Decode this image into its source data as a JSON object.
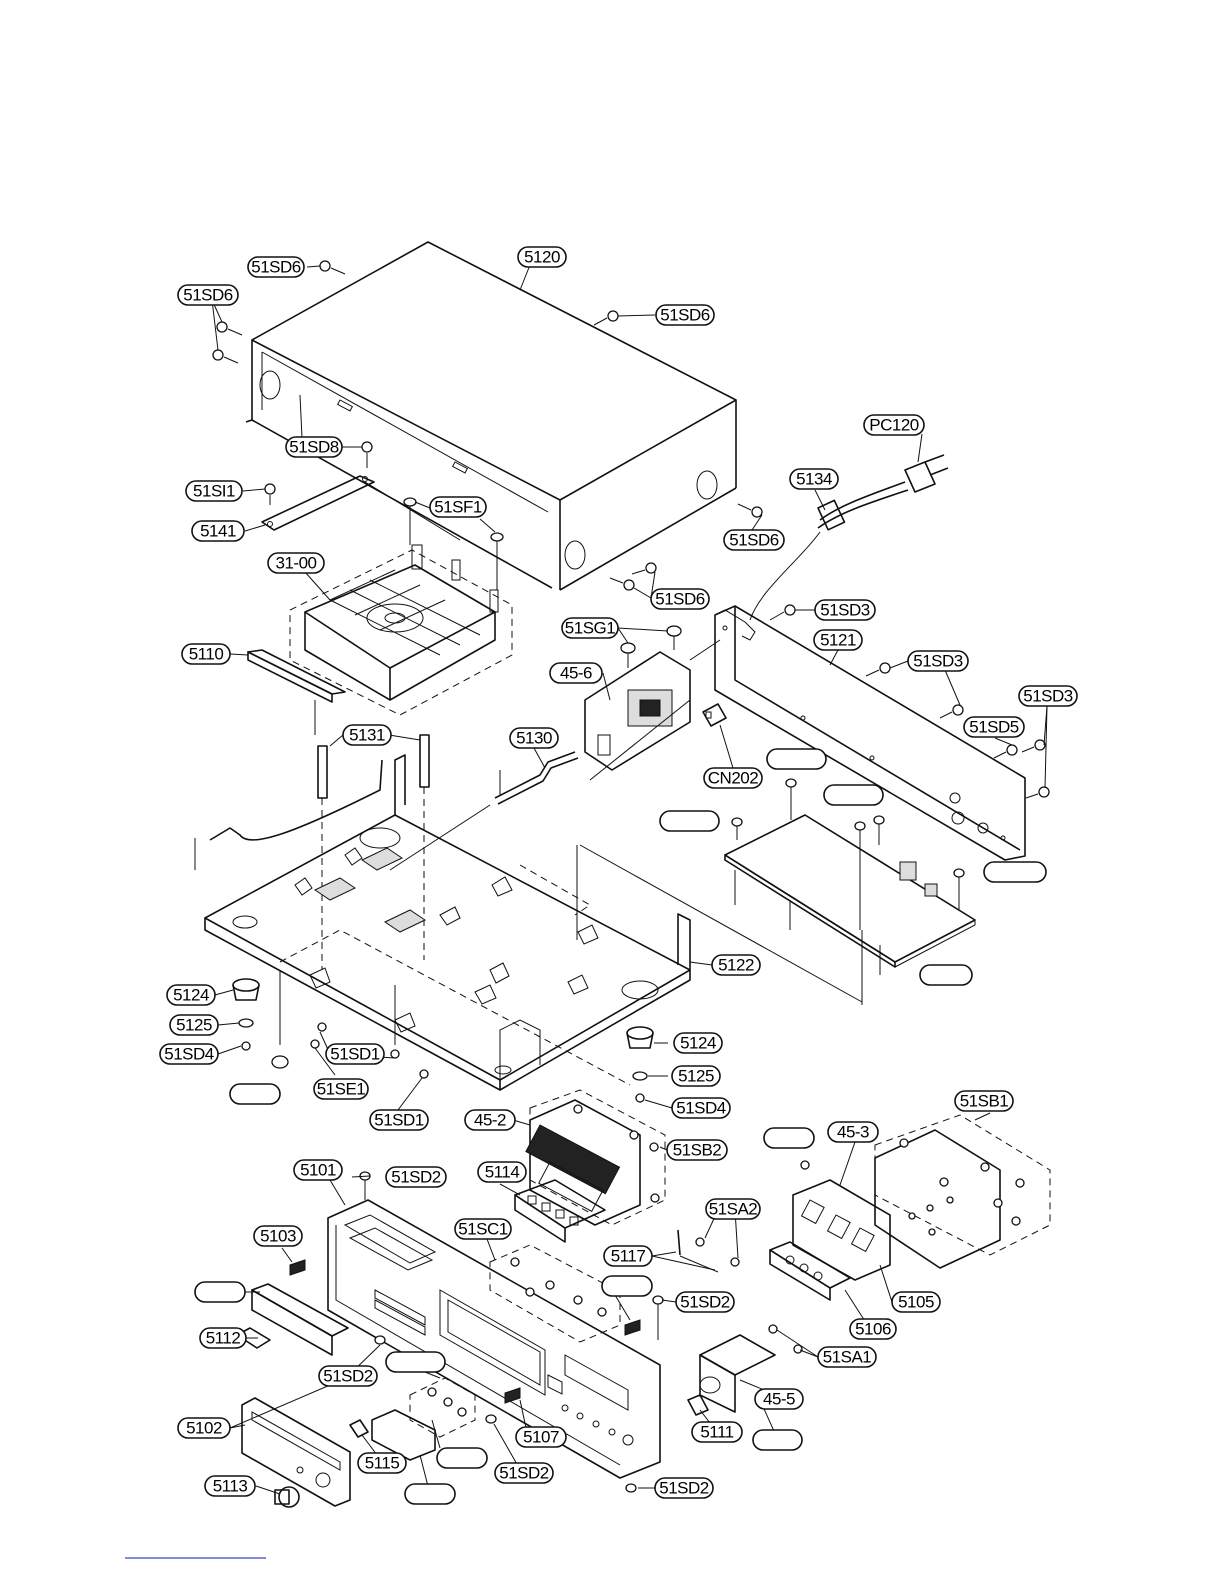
{
  "labels": {
    "l5120": "5120",
    "l51SD6a": "51SD6",
    "l51SD6b": "51SD6",
    "l51SD6c": "51SD6",
    "l51SD6d": "51SD6",
    "l51SD6e": "51SD6",
    "l51SD8": "51SD8",
    "lPC120": "PC120",
    "l51SI1": "51SI1",
    "l5141": "5141",
    "l51SF1": "51SF1",
    "l5134": "5134",
    "l31_00": "31-00",
    "l51SD3a": "51SD3",
    "l51SD3b": "51SD3",
    "l51SD3c": "51SD3",
    "l51SG1": "51SG1",
    "l5121": "5121",
    "l5110": "5110",
    "l45_6": "45-6",
    "l51SD5": "51SD5",
    "l5131": "5131",
    "l5130": "5130",
    "lCN202": "CN202",
    "l5122": "5122",
    "l5124a": "5124",
    "l5125a": "5125",
    "l51SD4a": "51SD4",
    "l51SD1a": "51SD1",
    "l51SE1": "51SE1",
    "l51SD1b": "51SD1",
    "l5124b": "5124",
    "l5125b": "5125",
    "l51SD4b": "51SD4",
    "l45_2": "45-2",
    "l51SB1": "51SB1",
    "l45_3": "45-3",
    "l51SB2": "51SB2",
    "l5101": "5101",
    "l51SD2a": "51SD2",
    "l5114": "5114",
    "l51SA2": "51SA2",
    "l5103": "5103",
    "l51SC1": "51SC1",
    "l5117": "5117",
    "l51SD2b": "51SD2",
    "l5105": "5105",
    "l5112": "5112",
    "l51SD2c": "51SD2",
    "l5106": "5106",
    "l51SA1": "51SA1",
    "l45_5": "45-5",
    "l5102": "5102",
    "l5107": "5107",
    "l5111": "5111",
    "l5115": "5115",
    "l51SD2d": "51SD2",
    "l5113": "5113",
    "l51SD2e": "51SD2"
  }
}
